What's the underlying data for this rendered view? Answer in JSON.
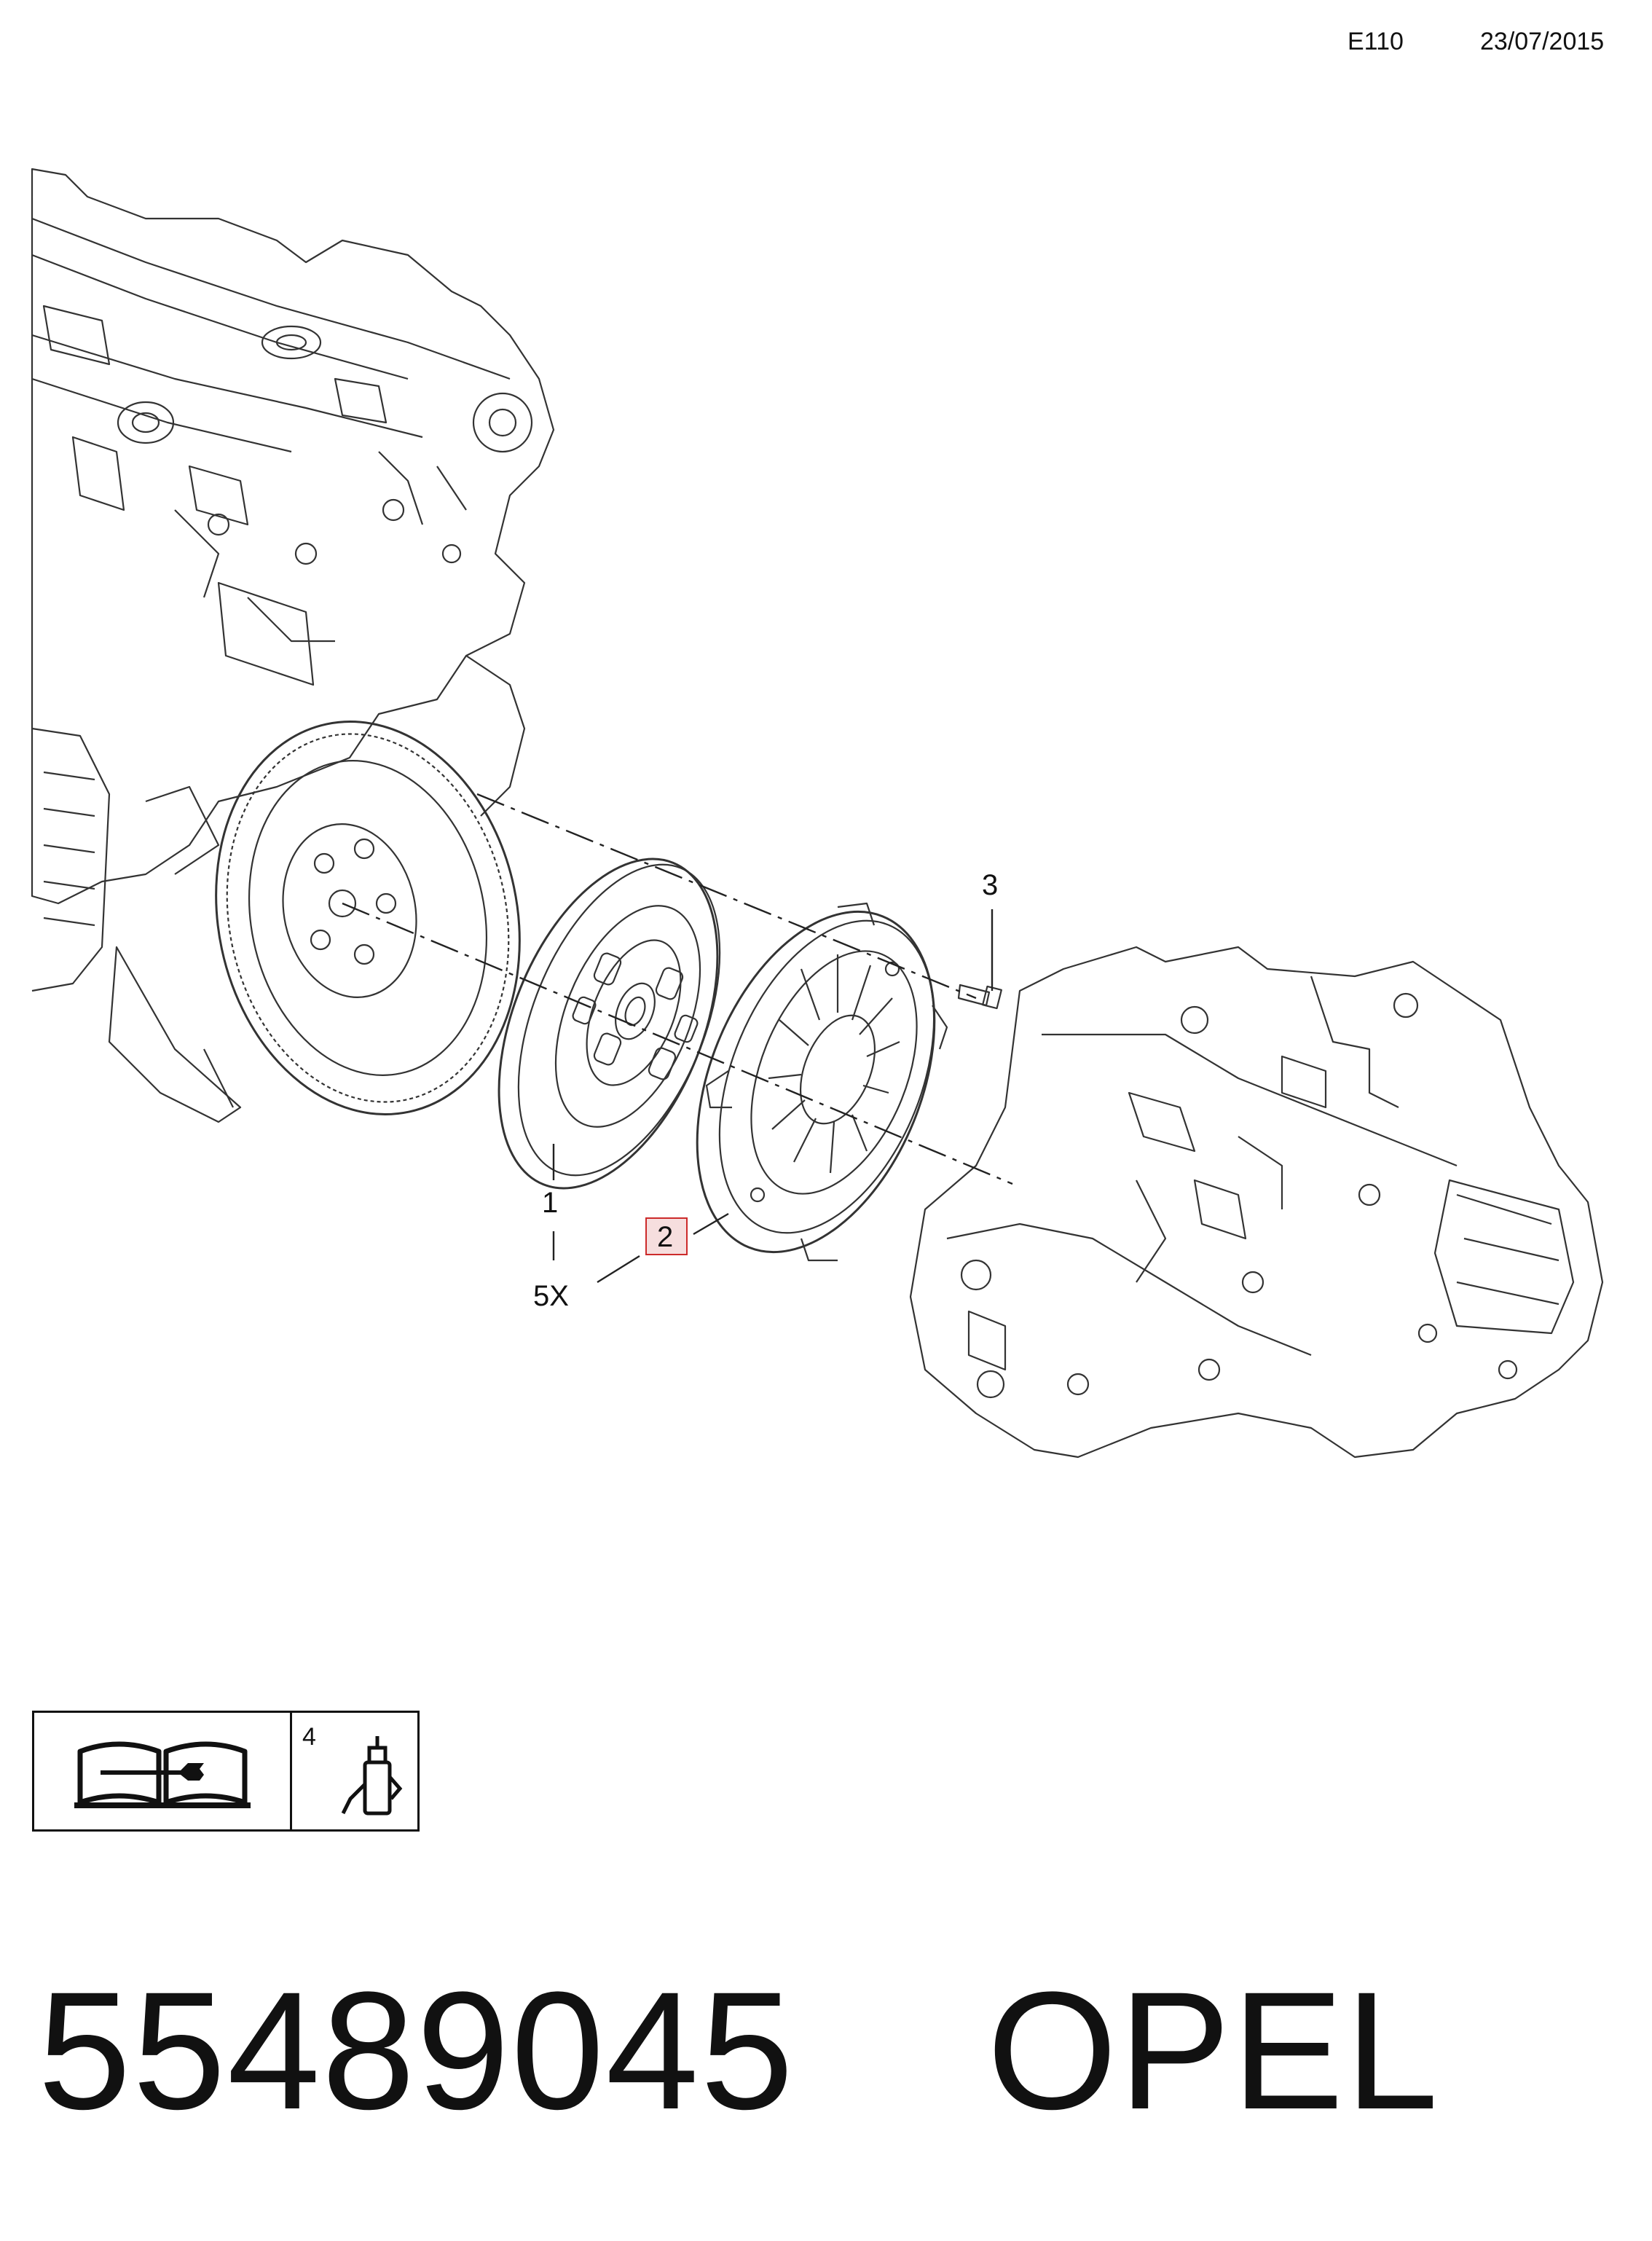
{
  "header": {
    "code": "E110",
    "date": "23/07/2015"
  },
  "callouts": [
    {
      "id": "1",
      "label": "1"
    },
    {
      "id": "2",
      "label": "2",
      "highlighted": true
    },
    {
      "id": "3",
      "label": "3"
    },
    {
      "id": "5x",
      "label": "5X"
    }
  ],
  "symbols": {
    "grease_number": "4",
    "manual_icon": "repair-manual-icon",
    "grease_icon": "grease-tube-icon"
  },
  "footer": {
    "part_number": "55489045",
    "brand": "OPEL"
  },
  "colors": {
    "line": "#111111",
    "highlight_fill": "#f6dede",
    "highlight_stroke": "#cc2a2a"
  }
}
